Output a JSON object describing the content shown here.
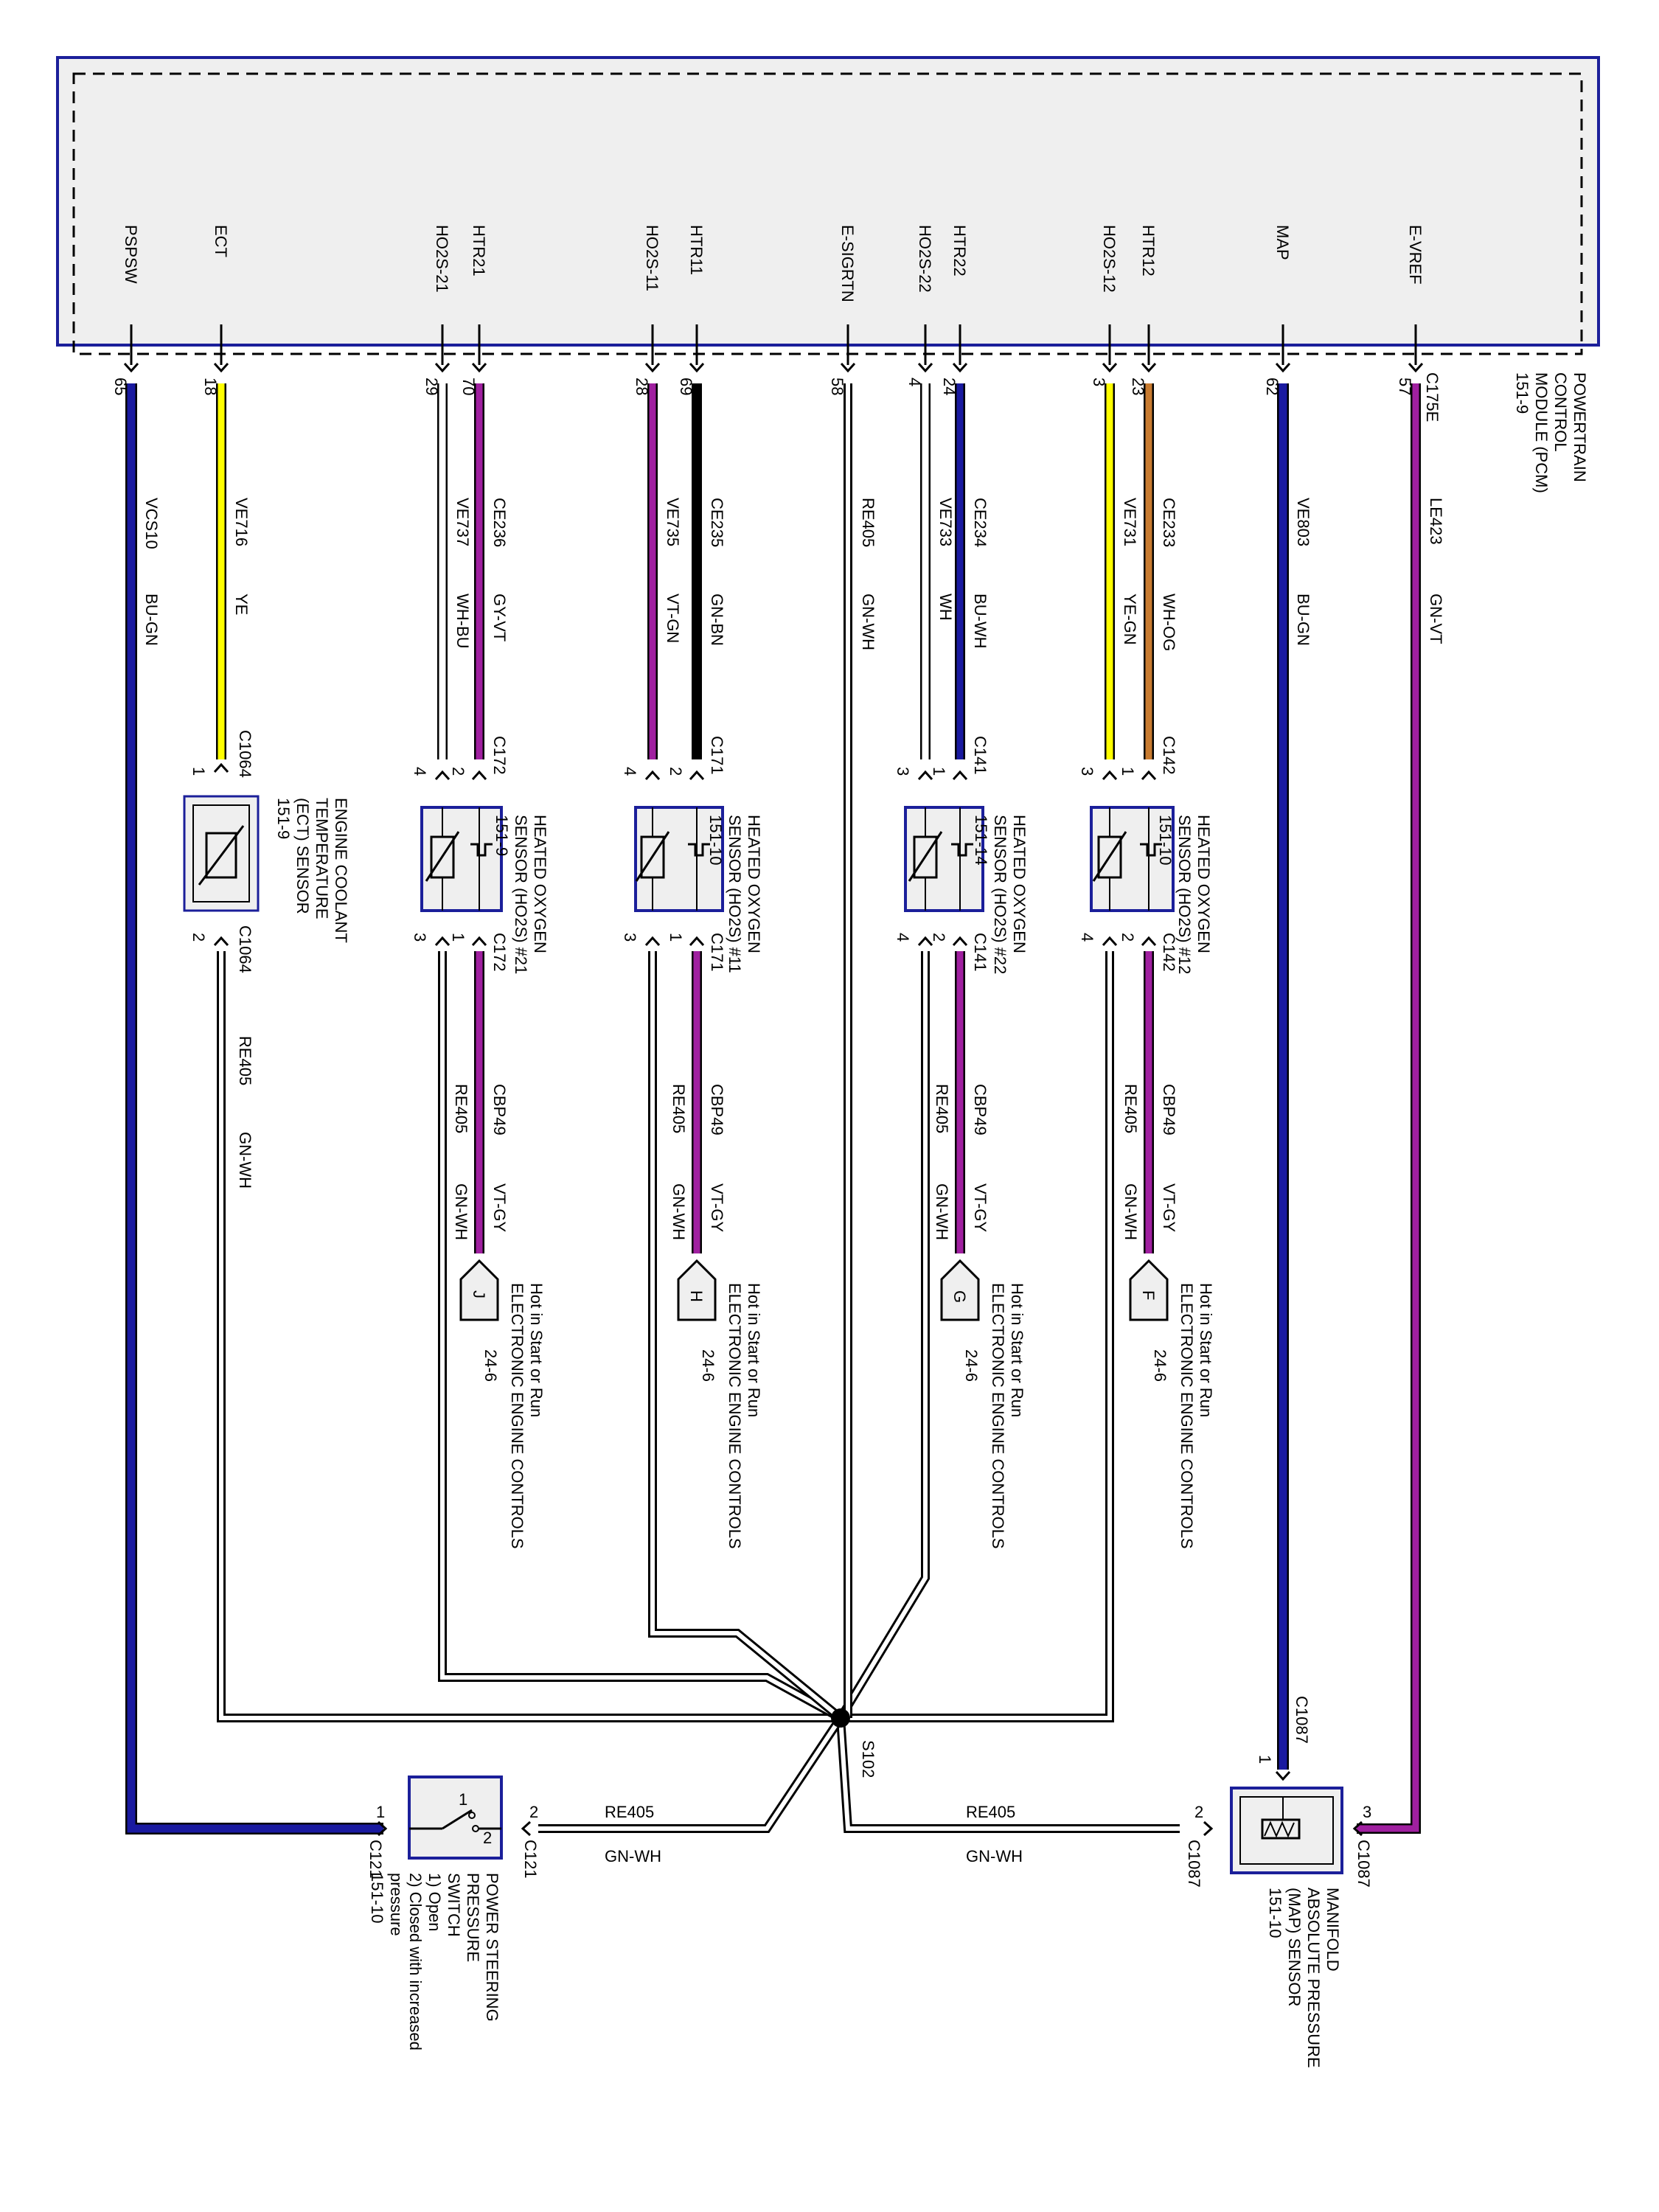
{
  "module": {
    "name_lines": [
      "POWERTRAIN",
      "CONTROL",
      "MODULE (PCM)",
      "151-9"
    ],
    "connector": "C175E"
  },
  "colors": {
    "frame": "#1b1f9a",
    "box_fill": "#efefef",
    "yellow": "#ffff00",
    "purple": "#a020a0",
    "black": "#000000",
    "blue": "#1a1aa0",
    "tan": "#c87b30",
    "gray": "#999999",
    "green": "#1a5a1a",
    "magenta": "#b0306a"
  },
  "pins": [
    {
      "signal": "PSPSW",
      "pin": "65"
    },
    {
      "signal": "ECT",
      "pin": "18"
    },
    {
      "signal": "HO2S-21",
      "pin": "29"
    },
    {
      "signal": "HTR21",
      "pin": "70"
    },
    {
      "signal": "HO2S-11",
      "pin": "28"
    },
    {
      "signal": "HTR11",
      "pin": "69"
    },
    {
      "signal": "E-SIGRTN",
      "pin": "58"
    },
    {
      "signal": "HO2S-22",
      "pin": "4"
    },
    {
      "signal": "HTR22",
      "pin": "24"
    },
    {
      "signal": "HO2S-12",
      "pin": "3"
    },
    {
      "signal": "HTR12",
      "pin": "23"
    },
    {
      "signal": "MAP",
      "pin": "62"
    },
    {
      "signal": "E-VREF",
      "pin": "57"
    }
  ],
  "upper_wires": [
    {
      "circuit": "VCS10",
      "color": "BU-GN"
    },
    {
      "circuit": "VE716",
      "color": "YE"
    },
    {
      "circuit": "VE737",
      "color": "WH-BU"
    },
    {
      "circuit": "CE236",
      "color": "GY-VT"
    },
    {
      "circuit": "VE735",
      "color": "VT-GN"
    },
    {
      "circuit": "CE235",
      "color": "GN-BN"
    },
    {
      "circuit": "RE405",
      "color": "GN-WH"
    },
    {
      "circuit": "VE733",
      "color": "WH"
    },
    {
      "circuit": "CE234",
      "color": "BU-WH"
    },
    {
      "circuit": "VE731",
      "color": "YE-GN"
    },
    {
      "circuit": "CE233",
      "color": "WH-OG"
    },
    {
      "circuit": "VE803",
      "color": "BU-GN"
    },
    {
      "circuit": "LE423",
      "color": "GN-VT"
    }
  ],
  "sensors": [
    {
      "label_lines": [
        "HEATED OXYGEN",
        "SENSOR (HO2S) #21",
        "151-9"
      ],
      "connector": "C172",
      "pins_top": [
        "4",
        "2"
      ],
      "pins_bottom": [
        "3",
        "1"
      ],
      "lower_wires": [
        {
          "circuit": "RE405",
          "color": "GN-WH"
        },
        {
          "circuit": "CBP49",
          "color": "VT-GY"
        }
      ],
      "flag": "J",
      "flag_ref": "24-6",
      "note_lines": [
        "Hot in Start or Run",
        "ELECTRONIC ENGINE CONTROLS"
      ]
    },
    {
      "label_lines": [
        "HEATED OXYGEN",
        "SENSOR (HO2S) #11",
        "151-10"
      ],
      "connector": "C171",
      "pins_top": [
        "4",
        "2"
      ],
      "pins_bottom": [
        "3",
        "1"
      ],
      "lower_wires": [
        {
          "circuit": "RE405",
          "color": "GN-WH"
        },
        {
          "circuit": "CBP49",
          "color": "VT-GY"
        }
      ],
      "flag": "H",
      "flag_ref": "24-6",
      "note_lines": [
        "Hot in Start or Run",
        "ELECTRONIC ENGINE CONTROLS"
      ]
    },
    {
      "label_lines": [
        "HEATED OXYGEN",
        "SENSOR (HO2S) #22",
        "151-14"
      ],
      "connector": "C141",
      "pins_top": [
        "3",
        "1"
      ],
      "pins_bottom": [
        "4",
        "2"
      ],
      "lower_wires": [
        {
          "circuit": "RE405",
          "color": "GN-WH"
        },
        {
          "circuit": "CBP49",
          "color": "VT-GY"
        }
      ],
      "flag": "G",
      "flag_ref": "24-6",
      "note_lines": [
        "Hot in Start or Run",
        "ELECTRONIC ENGINE CONTROLS"
      ]
    },
    {
      "label_lines": [
        "HEATED OXYGEN",
        "SENSOR (HO2S) #12",
        "151-10"
      ],
      "connector": "C142",
      "pins_top": [
        "3",
        "1"
      ],
      "pins_bottom": [
        "4",
        "2"
      ],
      "lower_wires": [
        {
          "circuit": "RE405",
          "color": "GN-WH"
        },
        {
          "circuit": "CBP49",
          "color": "VT-GY"
        }
      ],
      "flag": "F",
      "flag_ref": "24-6",
      "note_lines": [
        "Hot in Start or Run",
        "ELECTRONIC ENGINE CONTROLS"
      ]
    }
  ],
  "ect": {
    "label_lines": [
      "ENGINE COOLANT",
      "TEMPERATURE",
      "(ECT) SENSOR",
      "151-9"
    ],
    "connector": "C1064",
    "pin_top": "1",
    "pin_bottom": "2",
    "lower_wire": {
      "circuit": "RE405",
      "color": "GN-WH"
    }
  },
  "splice": "S102",
  "ps_switch": {
    "label_lines": [
      "POWER STEERING",
      "PRESSURE",
      "SWITCH",
      "1) Open",
      "2) Closed with increased",
      "pressure",
      "151-10"
    ],
    "connector": "C121",
    "pin_left": "1",
    "pin_right": "2",
    "switch_pin_1": "1",
    "switch_pin_2": "2",
    "wire": {
      "circuit": "RE405",
      "color": "GN-WH"
    }
  },
  "map_sensor": {
    "label_lines": [
      "MANIFOLD",
      "ABSOLUTE PRESSURE",
      "(MAP) SENSOR",
      "151-10"
    ],
    "connector": "C1087",
    "pin_top": "1",
    "pin_left": "2",
    "pin_right": "3",
    "wire": {
      "circuit": "RE405",
      "color": "GN-WH"
    }
  }
}
